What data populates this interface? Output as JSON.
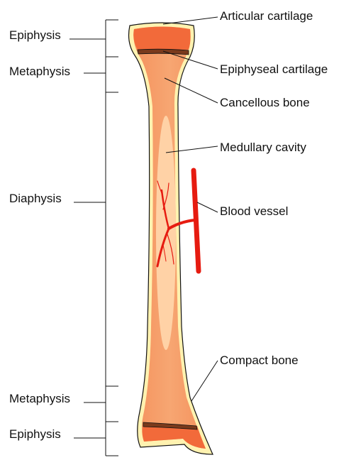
{
  "left_labels": {
    "epiphysis_top": "Epiphysis",
    "metaphysis_top": "Metaphysis",
    "diaphysis": "Diaphysis",
    "metaphysis_bottom": "Metaphysis",
    "epiphysis_bottom": "Epiphysis"
  },
  "right_labels": {
    "articular_cartilage": "Articular cartilage",
    "epiphyseal_cartilage": "Epiphyseal cartilage",
    "cancellous_bone": "Cancellous bone",
    "medullary_cavity": "Medullary cavity",
    "blood_vessel": "Blood vessel",
    "compact_bone": "Compact bone"
  },
  "colors": {
    "cartilage_outline": "#fff2b0",
    "bone_body": "#f6a06e",
    "epiphysis_end": "#f26a3a",
    "growth_plate": "#7a3a1c",
    "medullary_cavity": "#ffd2a6",
    "blood_vessel": "#e61b10",
    "lines": "#111111"
  }
}
